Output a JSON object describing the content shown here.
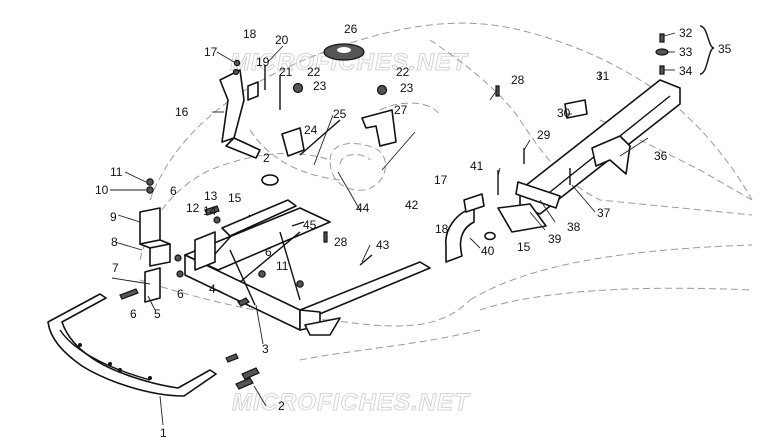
{
  "watermark": {
    "top": "MICROFICHES.NET",
    "bottom": "MICROFICHES.NET"
  },
  "callouts": [
    {
      "id": "c1",
      "text": "1"
    },
    {
      "id": "c2",
      "text": "2"
    },
    {
      "id": "c3",
      "text": "3"
    },
    {
      "id": "c4",
      "text": "4"
    },
    {
      "id": "c5",
      "text": "5"
    },
    {
      "id": "c6a",
      "text": "6"
    },
    {
      "id": "c6b",
      "text": "6"
    },
    {
      "id": "c6c",
      "text": "6"
    },
    {
      "id": "c6d",
      "text": "6"
    },
    {
      "id": "c7",
      "text": "7"
    },
    {
      "id": "c8",
      "text": "8"
    },
    {
      "id": "c9",
      "text": "9"
    },
    {
      "id": "c10",
      "text": "10"
    },
    {
      "id": "c11a",
      "text": "11"
    },
    {
      "id": "c11b",
      "text": "11"
    },
    {
      "id": "c12",
      "text": "12"
    },
    {
      "id": "c13",
      "text": "13"
    },
    {
      "id": "c14",
      "text": "14"
    },
    {
      "id": "c15a",
      "text": "15"
    },
    {
      "id": "c15b",
      "text": "15"
    },
    {
      "id": "c16",
      "text": "16"
    },
    {
      "id": "c17a",
      "text": "17"
    },
    {
      "id": "c17b",
      "text": "17"
    },
    {
      "id": "c18a",
      "text": "18"
    },
    {
      "id": "c18b",
      "text": "18"
    },
    {
      "id": "c19",
      "text": "19"
    },
    {
      "id": "c20",
      "text": "20"
    },
    {
      "id": "c21",
      "text": "21"
    },
    {
      "id": "c22a",
      "text": "22"
    },
    {
      "id": "c22b",
      "text": "22"
    },
    {
      "id": "c23a",
      "text": "23"
    },
    {
      "id": "c23b",
      "text": "23"
    },
    {
      "id": "c24",
      "text": "24"
    },
    {
      "id": "c25",
      "text": "25"
    },
    {
      "id": "c26",
      "text": "26"
    },
    {
      "id": "c27",
      "text": "27"
    },
    {
      "id": "c28a",
      "text": "28"
    },
    {
      "id": "c28b",
      "text": "28"
    },
    {
      "id": "c29",
      "text": "29"
    },
    {
      "id": "c30",
      "text": "30"
    },
    {
      "id": "c31",
      "text": "31"
    },
    {
      "id": "c32",
      "text": "32"
    },
    {
      "id": "c33",
      "text": "33"
    },
    {
      "id": "c34",
      "text": "34"
    },
    {
      "id": "c35",
      "text": "35"
    },
    {
      "id": "c36",
      "text": "36"
    },
    {
      "id": "c37",
      "text": "37"
    },
    {
      "id": "c38",
      "text": "38"
    },
    {
      "id": "c39",
      "text": "39"
    },
    {
      "id": "c40",
      "text": "40"
    },
    {
      "id": "c41",
      "text": "41"
    },
    {
      "id": "c2b",
      "text": "2"
    },
    {
      "id": "c42",
      "text": "42"
    },
    {
      "id": "c43",
      "text": "43"
    },
    {
      "id": "c44",
      "text": "44"
    },
    {
      "id": "c45",
      "text": "45"
    }
  ]
}
